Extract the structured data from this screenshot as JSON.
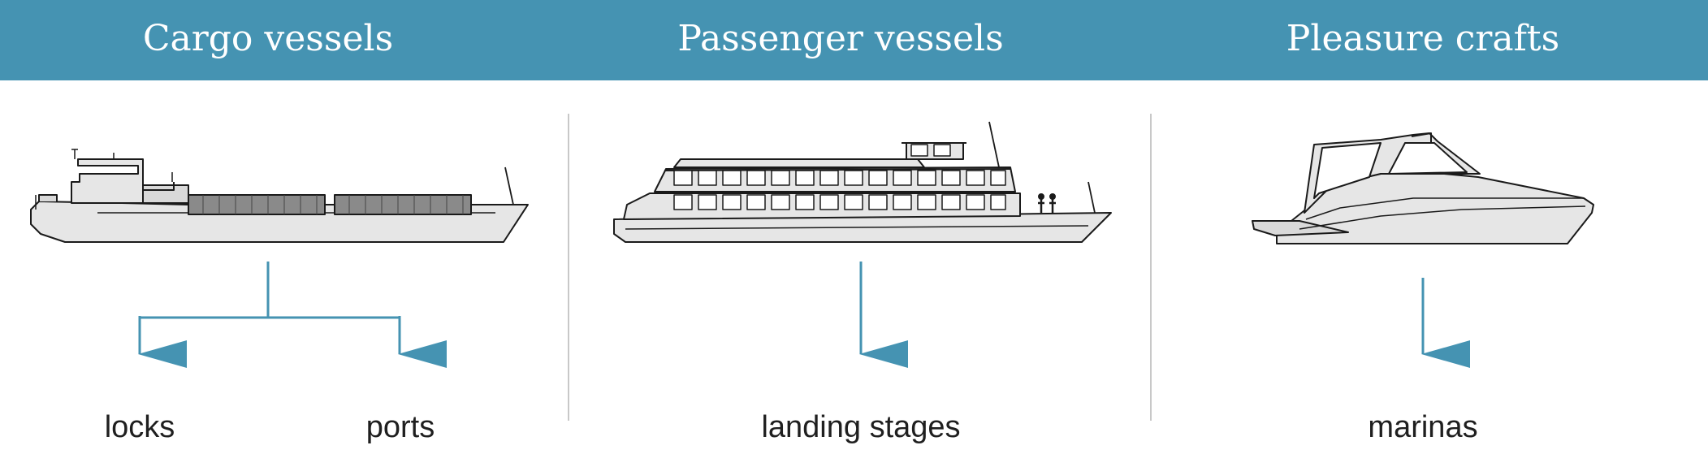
{
  "header": {
    "background": "#4593b2",
    "columns": [
      {
        "title": "Cargo vessels"
      },
      {
        "title": "Passenger vessels"
      },
      {
        "title": "Pleasure crafts"
      }
    ]
  },
  "destinations": {
    "cargo": [
      "locks",
      "ports"
    ],
    "passenger": [
      "landing stages"
    ],
    "pleasure": [
      "marinas"
    ]
  },
  "colors": {
    "accent": "#4593b2",
    "hull_fill": "#e6e6e6",
    "container_fill": "#8a8a8a",
    "outline": "#1a1a1a",
    "divider": "#c8c8c8"
  },
  "icons": [
    "cargo-ship-icon",
    "passenger-ship-icon",
    "motor-yacht-icon"
  ]
}
